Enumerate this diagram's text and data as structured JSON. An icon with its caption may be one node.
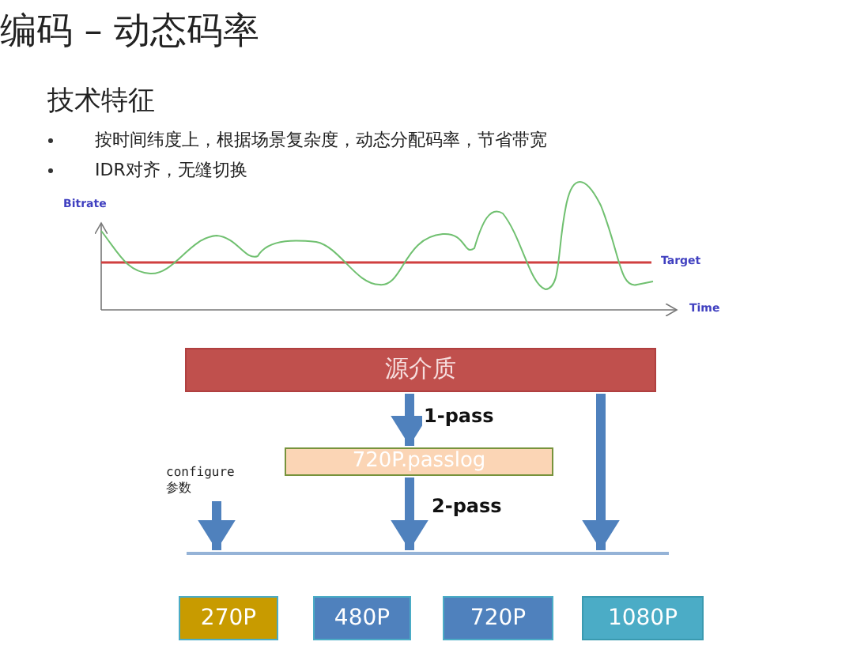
{
  "diagram": {
    "title": "编码 – 动态码率",
    "nodes": [
      {
        "text": [
          "源介质"
        ]
      },
      {
        "text": [
          "720P.passlog"
        ]
      },
      {
        "text": [
          "configure 参数"
        ]
      },
      {
        "text": [],
        "shape": "bar"
      },
      {
        "text": [
          "270P"
        ]
      },
      {
        "text": [
          "480P"
        ]
      },
      {
        "text": [
          "720P"
        ]
      },
      {
        "text": [
          "1080P"
        ]
      }
    ],
    "edges": [
      {
        "from": 0,
        "to": 1,
        "arrow": "to",
        "label": "1-pass"
      },
      {
        "from": 1,
        "to": 3,
        "arrow": "to",
        "label": "2-pass"
      },
      {
        "from": 2,
        "to": 3,
        "arrow": "to"
      },
      {
        "from": 0,
        "to": 3,
        "arrow": "to"
      }
    ],
    "labels": [
      "技术特征",
      "按时间纬度上，根据场景复杂度，动态分配码率，节省带宽",
      "IDR对齐，无缝切换",
      "Bitrate",
      "Target",
      "Time"
    ]
  }
}
